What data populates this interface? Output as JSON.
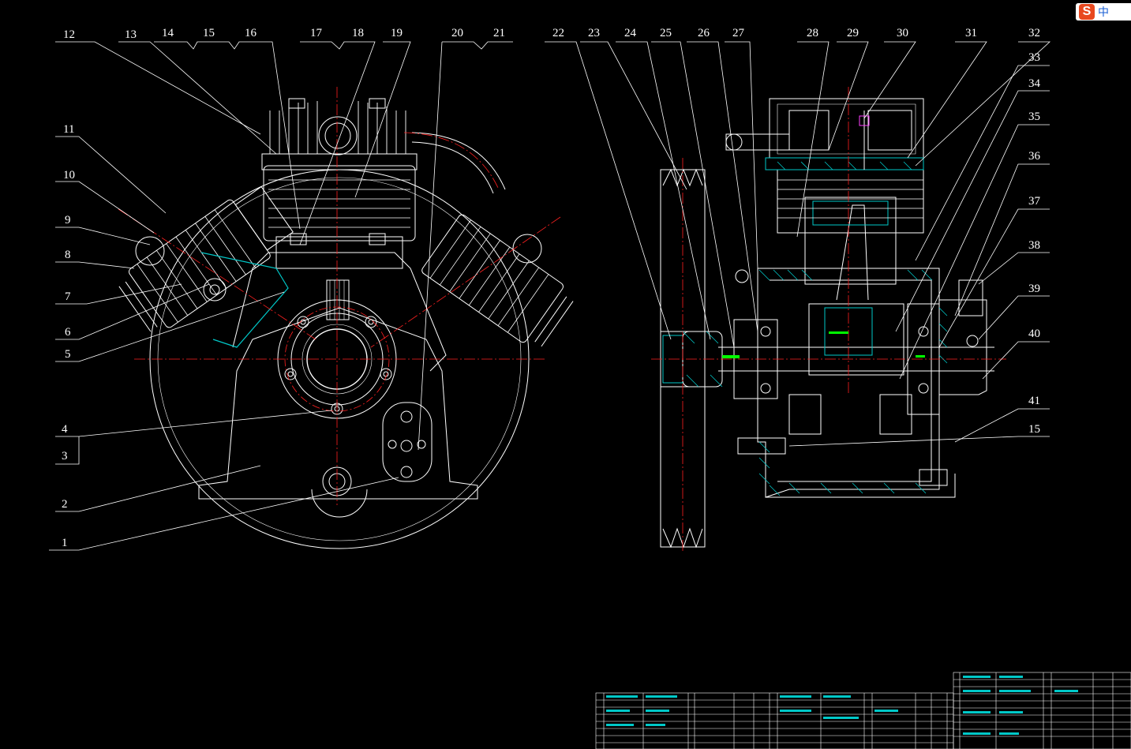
{
  "drawing": {
    "balloons_top_left": [
      "12",
      "13",
      "14",
      "15",
      "16",
      "17",
      "18",
      "19",
      "20",
      "21"
    ],
    "balloons_left": [
      "11",
      "10",
      "9",
      "8",
      "7",
      "6",
      "5",
      "4",
      "3",
      "2",
      "1"
    ],
    "balloons_top_right": [
      "22",
      "23",
      "24",
      "25",
      "26",
      "27",
      "28",
      "29",
      "30",
      "31",
      "32"
    ],
    "balloons_right": [
      "33",
      "34",
      "35",
      "36",
      "37",
      "38",
      "39",
      "40",
      "41",
      "15"
    ]
  },
  "ime": {
    "logo": "S",
    "mode": "中"
  },
  "colors": {
    "line": "#ffffff",
    "center": "#ff2020",
    "hatch": "#00c8c8",
    "dim": "#00ff00"
  }
}
